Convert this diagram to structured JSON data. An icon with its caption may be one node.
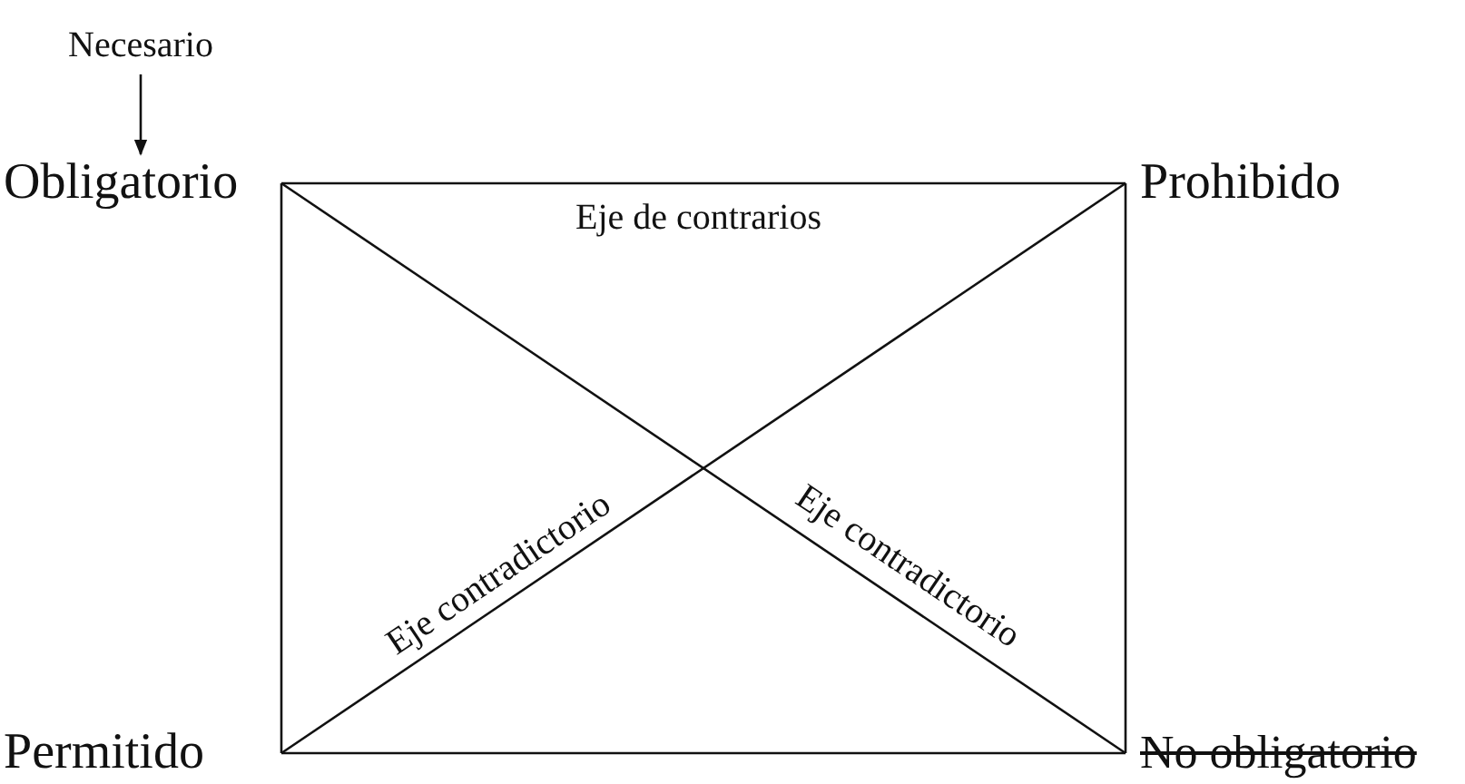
{
  "diagram": {
    "nodes": [
      {
        "text": [
          "Necesario"
        ]
      },
      {
        "text": [
          "Obligatorio"
        ]
      },
      {
        "text": [
          "Prohibido"
        ]
      },
      {
        "text": [
          "Permitido"
        ]
      },
      {
        "text": [
          "No obligatorio"
        ]
      }
    ],
    "edges": [
      {
        "from": 0,
        "to": 1,
        "arrow": "to"
      },
      {
        "from": 1,
        "to": 2,
        "arrow": "none",
        "label": "Eje de contrarios"
      },
      {
        "from": 3,
        "to": 2,
        "arrow": "none",
        "label": "Eje contradictorio"
      },
      {
        "from": 1,
        "to": 4,
        "arrow": "none",
        "label": "Eje contradictorio"
      },
      {
        "from": 1,
        "to": 3,
        "arrow": "none"
      },
      {
        "from": 2,
        "to": 4,
        "arrow": "none"
      },
      {
        "from": 3,
        "to": 4,
        "arrow": "none"
      }
    ]
  }
}
